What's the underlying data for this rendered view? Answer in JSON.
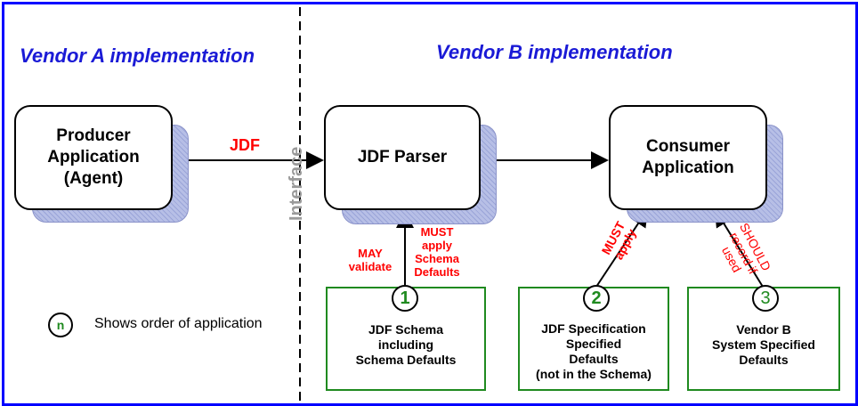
{
  "headings": {
    "vendor_a": "Vendor A implementation",
    "vendor_b": "Vendor B implementation"
  },
  "interface_label": "Interface",
  "flow_label": "JDF",
  "processes": {
    "producer": "Producer\nApplication\n(Agent)",
    "parser": "JDF Parser",
    "consumer": "Consumer\nApplication"
  },
  "sources": {
    "schema": {
      "order": "1",
      "text": "JDF Schema\nincluding\nSchema Defaults"
    },
    "spec": {
      "order": "2",
      "text": "JDF Specification\nSpecified\nDefaults\n(not in the Schema)"
    },
    "vendor": {
      "order": "3",
      "text": "Vendor B\nSystem Specified\nDefaults"
    }
  },
  "annotations": {
    "may_validate": "MAY\nvalidate",
    "must_apply_schema": "MUST\napply\nSchema\nDefaults",
    "must_apply": "MUST\napply",
    "should_record": "SHOULD\nrecord if\nused"
  },
  "legend": {
    "symbol": "n",
    "text": "Shows order of application"
  },
  "colors": {
    "frame": "#0000ff",
    "heading": "#1a1ad6",
    "annotation": "#ff0000",
    "source_border": "#1f8a1f",
    "order_number": "#1f8a1f",
    "interface": "#9a9a9a"
  }
}
